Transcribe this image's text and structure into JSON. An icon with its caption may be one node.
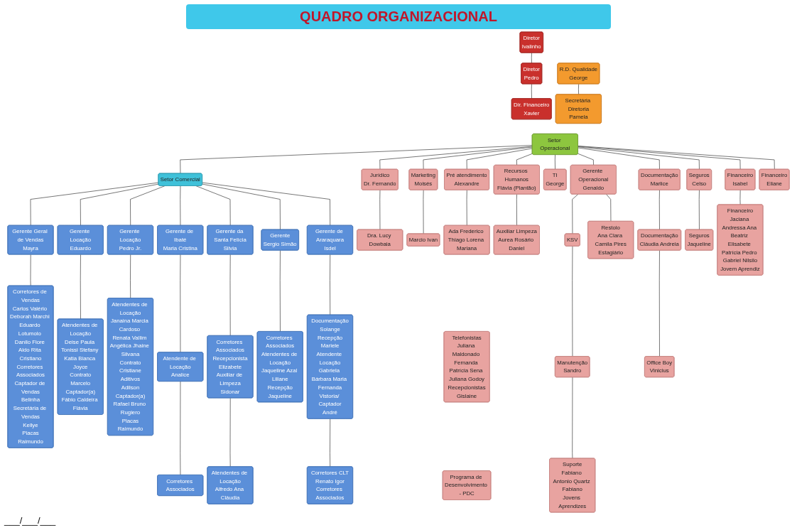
{
  "diagram": {
    "title": "QUADRO ORGANIZACIONAL",
    "nodes": [
      {
        "text": [
          "Diretor",
          "Ivalinho"
        ]
      },
      {
        "text": [
          "Diretor",
          "Pedro"
        ]
      },
      {
        "text": [
          "Dir. Financeiro",
          "Xavier"
        ]
      },
      {
        "text": [
          "R.D. Qualidade",
          "George"
        ]
      },
      {
        "text": [
          "Secretária Diretoria",
          "Pamela"
        ]
      },
      {
        "text": [
          "Setor Operacional"
        ]
      },
      {
        "text": [
          "Setor Comercial"
        ]
      },
      {
        "text": [
          "Jurídico",
          "Dr. Fernando"
        ]
      },
      {
        "text": [
          "Marketing",
          "Moisés"
        ]
      },
      {
        "text": [
          "Pré atendimento",
          "Alexandre"
        ]
      },
      {
        "text": [
          "Recursos Humanos",
          "Flávia (Plantão)"
        ]
      },
      {
        "text": [
          "TI",
          "George"
        ]
      },
      {
        "text": [
          "Gerente Operacional",
          "Genaldo"
        ]
      },
      {
        "text": [
          "Documentação",
          "Marlice"
        ]
      },
      {
        "text": [
          "Seguros",
          "Celso"
        ]
      },
      {
        "text": [
          "Financeiro",
          "Isabel"
        ]
      },
      {
        "text": [
          "Financeiro",
          "Eliane"
        ]
      },
      {
        "text": [
          "Dra. Lucy Dowbaia"
        ]
      },
      {
        "text": [
          "Marcio Ivan"
        ]
      },
      {
        "text": [
          "Ada Frederico Thiago Lorena Mariana"
        ]
      },
      {
        "text": [
          "Telefonistas",
          "Juliana Maldonado Fernanda Patrícia Sena Juliana Godoy",
          "Recepcionistas",
          "Gislaine"
        ]
      },
      {
        "text": [
          "Programa de Desenvolvimento - PDC"
        ]
      },
      {
        "text": [
          "Auxiliar Limpeza",
          "Aurea Rosário Daniel"
        ]
      },
      {
        "text": [
          "KSV"
        ]
      },
      {
        "text": [
          "Restolo",
          "Ana Clara Camila Pires",
          "Estagiário"
        ]
      },
      {
        "text": [
          "Manutenção",
          "Sandro"
        ]
      },
      {
        "text": [
          "Suporte",
          "Fabiano Antonio Quartz Fabiano",
          "Jovens Aprendizes"
        ]
      },
      {
        "text": [
          "Documentação",
          "Cláudia Andreia"
        ]
      },
      {
        "text": [
          "Office Boy",
          "Vinicius"
        ]
      },
      {
        "text": [
          "Seguros",
          "Jaqueline"
        ]
      },
      {
        "text": [
          "Financeiro",
          "Jaciana Andressa Ana Beatriz Elisabete Patrícia Pedro Gabriel Nilsilo",
          "Jovem Aprendiz"
        ]
      },
      {
        "text": [
          "Gerente Geral de Vendas",
          "Mayra"
        ]
      },
      {
        "text": [
          "Gerente Locação",
          "Eduardo"
        ]
      },
      {
        "text": [
          "Gerente Locação",
          "Pedro Jr."
        ]
      },
      {
        "text": [
          "Gerente de Ibaté",
          "Maria Cristina"
        ]
      },
      {
        "text": [
          "Gerente da Santa Felícia",
          "Silvia"
        ]
      },
      {
        "text": [
          "Gerente",
          "Sergio Simão"
        ]
      },
      {
        "text": [
          "Gerente de Araraquara",
          "Isdel"
        ]
      },
      {
        "text": [
          "Corretores de Vendas",
          "Carlos Valério Deborah Marchi Eduardo Lotumolo Danilo Fiore Aldo Rita Cristiano",
          "Corretores Associados",
          "Captador de Vendas",
          "Belinha",
          "Secretária de Vendas",
          "Kellye",
          "Placas",
          "Raimundo"
        ]
      },
      {
        "text": [
          "Atendentes de Locação",
          "Deise Paula Tonissi Stefany Katia Bianca Joyce",
          "Contrato",
          "Marcelo",
          "Captador(a)",
          "Fábio Caldeira Flávia"
        ]
      },
      {
        "text": [
          "Atendentes de Locação",
          "Janaina Marcia Cardoso Renata Vallim Angélica Jhaine Silvana",
          "Contrato",
          "Cristiane",
          "Aditivos",
          "Adilson",
          "Captador(a)",
          "Rafael Bruno Rugiero",
          "Placas",
          "Raimundo"
        ]
      },
      {
        "text": [
          "Atendente de Locação",
          "Analice"
        ]
      },
      {
        "text": [
          "Corretores Associados"
        ]
      },
      {
        "text": [
          "Corretores Associados",
          "Recepcionista",
          "Elizabete",
          "Auxiliar de Limpeza",
          "Sidonar"
        ]
      },
      {
        "text": [
          "Atendentes de Locação",
          "Alfredo Ana Cláudia"
        ]
      },
      {
        "text": [
          "Corretores Associados",
          "Atendentes de Locação",
          "Jaqueline Azal Liliane",
          "Recepção",
          "Jaqueline"
        ]
      },
      {
        "text": [
          "Documentação",
          "Solange",
          "Recepção",
          "Mariele",
          "Atendente Locação",
          "Gabriela Bárbara Maria Fernanda",
          "Vistoria/ Captador",
          "André"
        ]
      },
      {
        "text": [
          "Corretores CLT",
          "Renato Igor",
          "Corretores Associados"
        ]
      }
    ],
    "edges": [
      {
        "from": 0,
        "to": 1,
        "arrow": "none"
      },
      {
        "from": 1,
        "to": 2,
        "arrow": "none"
      },
      {
        "from": 3,
        "to": 4,
        "arrow": "none"
      },
      {
        "from": 5,
        "to": 6,
        "arrow": "none"
      },
      {
        "from": 5,
        "to": 7,
        "arrow": "none"
      },
      {
        "from": 5,
        "to": 8,
        "arrow": "none"
      },
      {
        "from": 5,
        "to": 9,
        "arrow": "none"
      },
      {
        "from": 5,
        "to": 10,
        "arrow": "none"
      },
      {
        "from": 5,
        "to": 11,
        "arrow": "none"
      },
      {
        "from": 5,
        "to": 12,
        "arrow": "none"
      },
      {
        "from": 5,
        "to": 13,
        "arrow": "none"
      },
      {
        "from": 5,
        "to": 14,
        "arrow": "none"
      },
      {
        "from": 5,
        "to": 15,
        "arrow": "none"
      },
      {
        "from": 5,
        "to": 16,
        "arrow": "none"
      },
      {
        "from": 6,
        "to": 31,
        "arrow": "none"
      },
      {
        "from": 6,
        "to": 32,
        "arrow": "none"
      },
      {
        "from": 6,
        "to": 33,
        "arrow": "none"
      },
      {
        "from": 6,
        "to": 34,
        "arrow": "none"
      },
      {
        "from": 6,
        "to": 35,
        "arrow": "none"
      },
      {
        "from": 6,
        "to": 36,
        "arrow": "none"
      },
      {
        "from": 6,
        "to": 37,
        "arrow": "none"
      },
      {
        "from": 7,
        "to": 17,
        "arrow": "none"
      },
      {
        "from": 8,
        "to": 18,
        "arrow": "none"
      },
      {
        "from": 9,
        "to": 19,
        "arrow": "none"
      },
      {
        "from": 10,
        "to": 22,
        "arrow": "none"
      },
      {
        "from": 12,
        "to": 23,
        "arrow": "none"
      },
      {
        "from": 12,
        "to": 24,
        "arrow": "none"
      },
      {
        "from": 23,
        "to": 25,
        "arrow": "none"
      },
      {
        "from": 25,
        "to": 26,
        "arrow": "none"
      },
      {
        "from": 13,
        "to": 27,
        "arrow": "none"
      },
      {
        "from": 27,
        "to": 28,
        "arrow": "none"
      },
      {
        "from": 14,
        "to": 29,
        "arrow": "none"
      },
      {
        "from": 15,
        "to": 30,
        "arrow": "none"
      },
      {
        "from": 31,
        "to": 38,
        "arrow": "none"
      },
      {
        "from": 32,
        "to": 39,
        "arrow": "none"
      },
      {
        "from": 33,
        "to": 40,
        "arrow": "none"
      },
      {
        "from": 34,
        "to": 41,
        "arrow": "none"
      },
      {
        "from": 41,
        "to": 42,
        "arrow": "none"
      },
      {
        "from": 35,
        "to": 43,
        "arrow": "none"
      },
      {
        "from": 43,
        "to": 44,
        "arrow": "none"
      },
      {
        "from": 36,
        "to": 45,
        "arrow": "none"
      },
      {
        "from": 37,
        "to": 46,
        "arrow": "none"
      },
      {
        "from": 46,
        "to": 47,
        "arrow": "none"
      }
    ],
    "labels": [
      "___/___/___"
    ]
  }
}
